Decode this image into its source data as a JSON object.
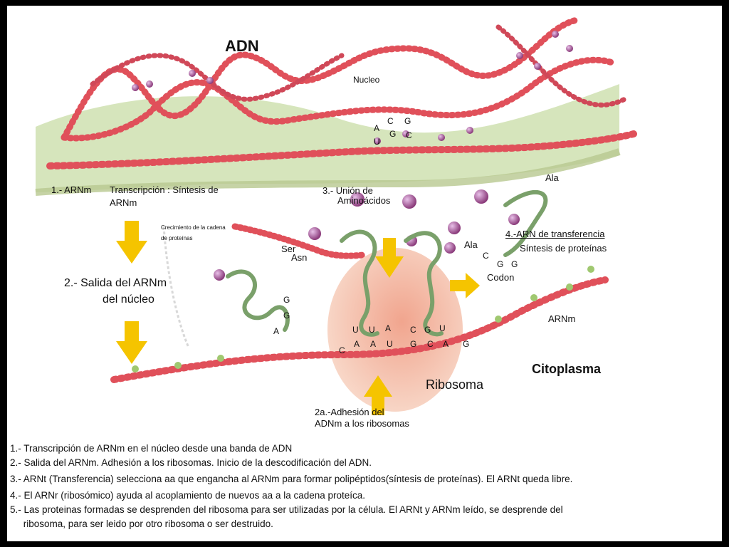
{
  "labels": {
    "adn": "ADN",
    "nucleo": "Nucleo",
    "step1_num": "1.- ARNm",
    "step1_desc_a": "Transcripción : Síntesis de",
    "step1_desc_b": "ARNm",
    "step3_a": "3.- Unión de",
    "step3_b": "Aminoácidos",
    "crecimiento_a": "Crecimiento de la cadena",
    "crecimiento_b": "de proteínas",
    "step2_a": "2.- Salida del ARNm",
    "step2_b": "del núcleo",
    "step4_a": "4.-ARN de transferencia",
    "step4_b": "Síntesis de proteínas",
    "codon": "Codon",
    "arnm": "ARNm",
    "citoplasma": "Citoplasma",
    "ribosoma": "Ribosoma",
    "step2a_a": "2a.-Adhesión del",
    "step2a_b": "ADNm a los ribosomas"
  },
  "bases": {
    "nucleus_top": [
      "C",
      "G"
    ],
    "nucleus_mid": [
      "A",
      "G",
      "C"
    ],
    "nucleus_bot": [
      "U"
    ],
    "left_trna": [
      "G",
      "G",
      "A"
    ],
    "ribosome_top": [
      "U",
      "U",
      "A",
      "C",
      "G",
      "U"
    ],
    "ribosome_bot": [
      "C",
      "A",
      "A",
      "U",
      "G",
      "C",
      "A",
      "G"
    ],
    "right_trna": [
      "C",
      "G",
      "G"
    ]
  },
  "aminoacids": [
    "Ser",
    "Asn",
    "Ala",
    "Ala"
  ],
  "notes": [
    "1.- Transcripción de ARNm en el núcleo desde una banda de ADN",
    "2.- Salida del ARNm. Adhesión a los ribosomas. Inicio de la  descodificación del ADN.",
    "3.- ARNt (Transferencia) selecciona aa que engancha al ARNm para formar polipéptidos(síntesis de proteínas). El ARNt queda libre.",
    "4.- El ARNr (ribosómico) ayuda al acoplamiento de nuevos aa a la cadena proteíca.",
    "5.- Las proteinas formadas se desprenden del ribosoma para ser utilizadas  por la célula. El ARNt y ARNm leído, se desprende del",
    "     ribosoma, para ser leido por otro ribosoma o ser destruido."
  ],
  "colors": {
    "bead": "#e0505a",
    "nucleus": "#cfe0b0",
    "trna": "#7aa06a",
    "ribosome": "#e8a088",
    "arrow": "#f5c400"
  }
}
